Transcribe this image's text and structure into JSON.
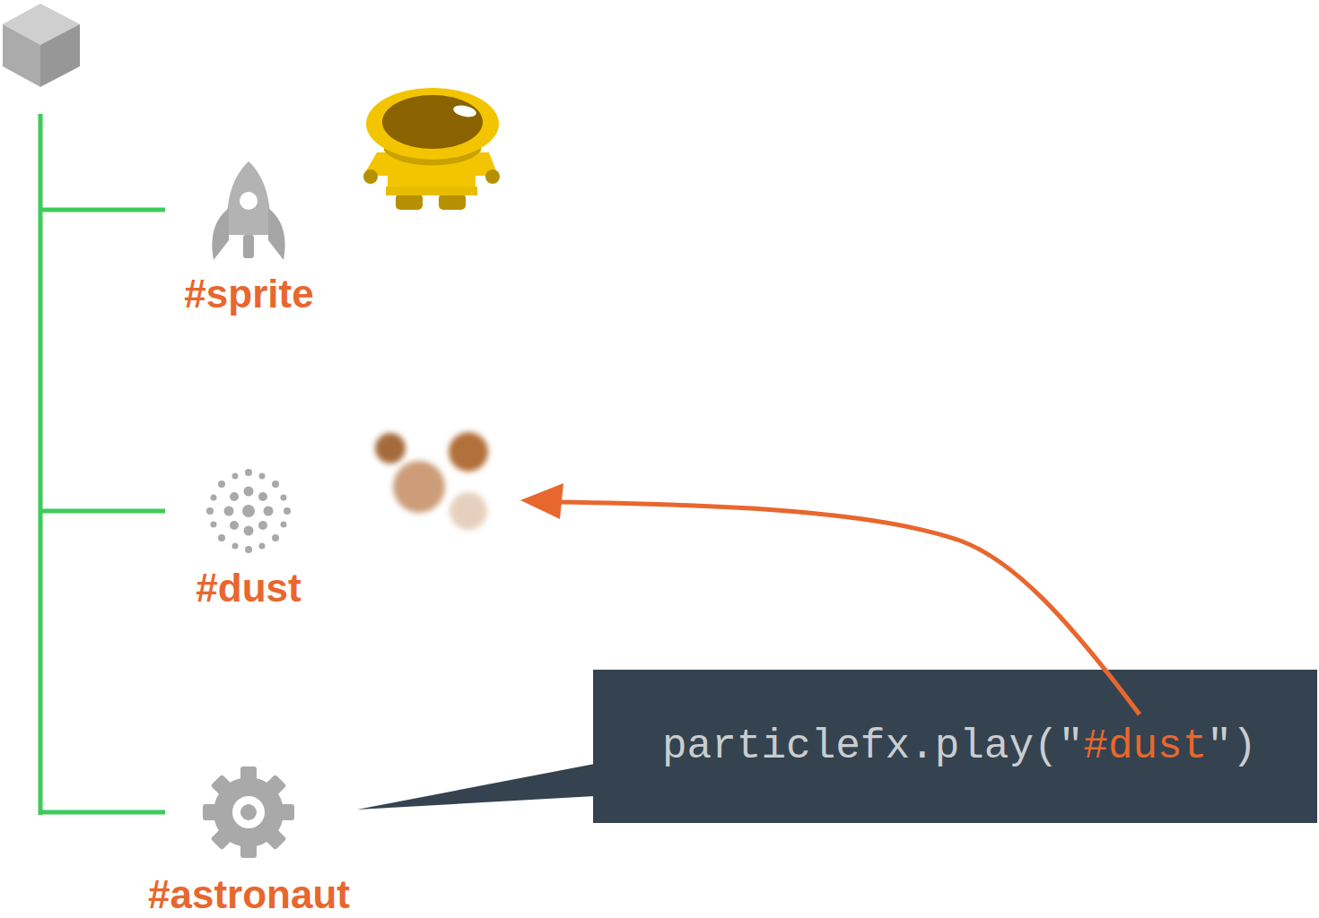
{
  "diagram": {
    "nodes": [
      {
        "text": [
          "#sprite"
        ]
      },
      {
        "text": [
          "#dust"
        ]
      },
      {
        "text": [
          "#astronaut"
        ]
      },
      {
        "text": [
          "particlefx.play(\"#dust\")"
        ]
      }
    ],
    "edges": [
      {
        "from": 3,
        "to": 2,
        "arrow": "none"
      }
    ]
  }
}
